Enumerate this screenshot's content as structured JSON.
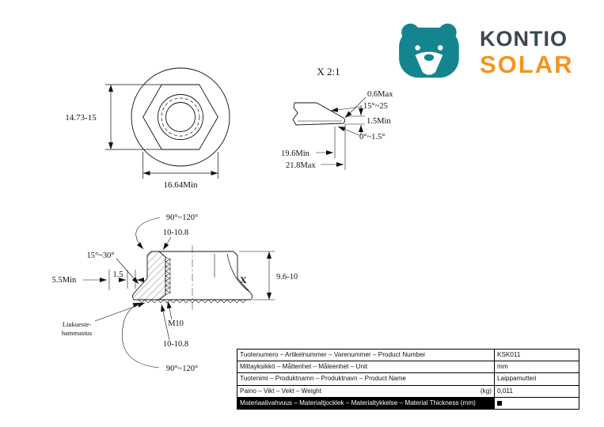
{
  "logo": {
    "brand_line1": "KONTIO",
    "brand_line2": "SOLAR",
    "colors": {
      "teal": "#14858f",
      "dark": "#3a4750",
      "orange": "#f5941f"
    }
  },
  "top_view": {
    "dim_across_flats": "14.73-15",
    "dim_across_corners": "16.64Min"
  },
  "detail_view": {
    "title": "X 2:1",
    "dim_tip_radius": "0.6Max",
    "dim_top_angle": "15°~25",
    "dim_tip_thickness": "1.5Min",
    "dim_bottom_angle": "0°~1.5°",
    "dim_inner_dia": "19.6Min",
    "dim_outer_dia": "21.8Max"
  },
  "section_view": {
    "dim_chamfer_top": "90°~120°",
    "dim_countersink_top": "10-10.8",
    "dim_flange_angle": "15°~30°",
    "dim_thread_depth": "5.5Min",
    "dim_chamfer_width": "1.5",
    "dim_height": "9.6-10",
    "detail_marker": "X",
    "dim_thread": "M10",
    "dim_countersink_bottom": "10-10.8",
    "dim_chamfer_bottom": "90°~120°",
    "serration_note_line1": "Liukueste-",
    "serration_note_line2": "hammastus"
  },
  "table": {
    "rows": [
      {
        "label": "Tuotenumero – Artikelnummer – Varenummer – Product Number",
        "suffix": "",
        "value": "KSK011"
      },
      {
        "label": "Mittayksikkö – Måttenhet – Måleenhet – Unit",
        "suffix": "",
        "value": "mm"
      },
      {
        "label": "Tuotenimi – Produktnamn – Produktnavn – Product Name",
        "suffix": "",
        "value": "Laippamutteri"
      },
      {
        "label": "Paino – Vikt – Vekt – Weight",
        "suffix": "(kg)",
        "value": "0,011"
      },
      {
        "label": "Materiaalivahvuus – Materialtjocklek – Materialtykkelse – Material Thickness (mm)",
        "suffix": "",
        "value": ""
      }
    ]
  }
}
